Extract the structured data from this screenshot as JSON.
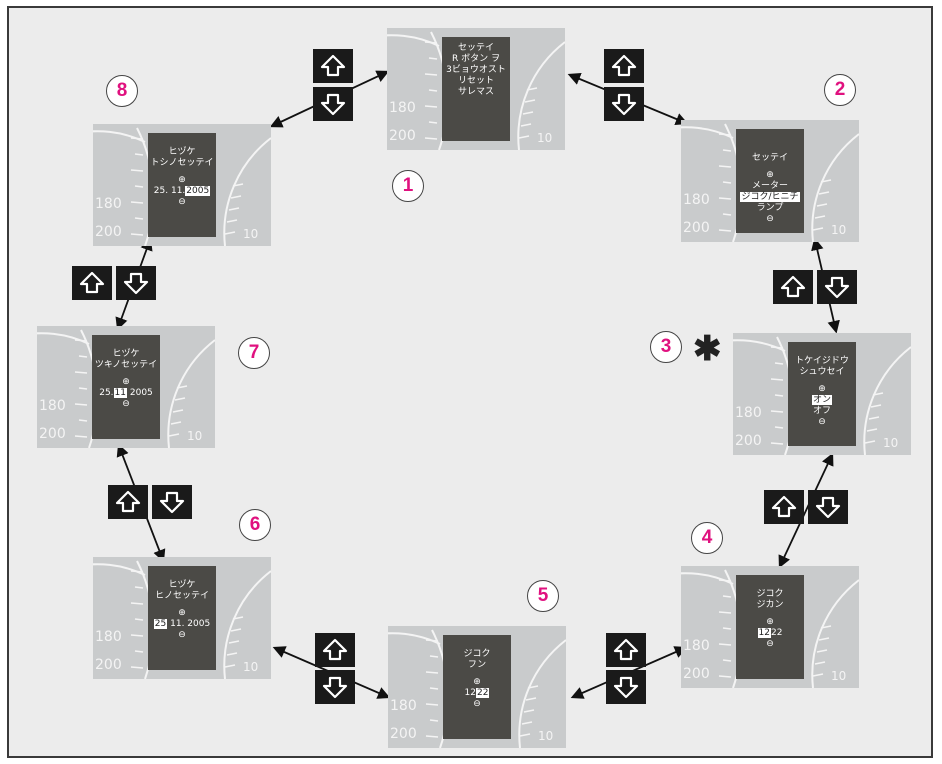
{
  "screens": [
    {
      "id": "1",
      "lines": [
        "セッテイ",
        "R ボタン ヲ",
        "3ビョウオスト",
        "リセット",
        "サレマス"
      ],
      "value": null
    },
    {
      "id": "2",
      "lines": [
        "セッテイ"
      ],
      "value": [
        "メーター",
        "ジコク/ヒニチ",
        "ランプ"
      ],
      "highlight_index": 1
    },
    {
      "id": "3",
      "lines": [
        "トケイジドウ",
        "シュウセイ"
      ],
      "value": [
        "オン",
        "オフ"
      ],
      "highlight_index": 0
    },
    {
      "id": "4",
      "lines": [
        "ジコク",
        "ジカン"
      ],
      "value_pre": "",
      "value_hl": "12",
      "value_post": "22"
    },
    {
      "id": "5",
      "lines": [
        "ジコク",
        "フン"
      ],
      "value_pre": "12",
      "value_hl": "22",
      "value_post": ""
    },
    {
      "id": "6",
      "lines": [
        "ヒヅケ",
        "ヒノセッテイ"
      ],
      "value_pre": "",
      "value_hl": "25",
      "value_post": " 11. 2005"
    },
    {
      "id": "7",
      "lines": [
        "ヒヅケ",
        "ツキノセッテイ"
      ],
      "value_pre": "25.",
      "value_hl": "11",
      "value_post": " 2005"
    },
    {
      "id": "8",
      "lines": [
        "ヒヅケ",
        "トシノセッテイ"
      ],
      "value_pre": "25. 11.",
      "value_hl": "2005",
      "value_post": ""
    }
  ],
  "plus_symbol": "⊕",
  "minus_symbol": "⊖",
  "gauge_ticks": {
    "left": [
      "180",
      "200"
    ],
    "right": "10"
  },
  "star": "✱",
  "colors": {
    "number": "#e0117f",
    "lcd": "#4b4a46",
    "cluster": "#c9cbcc",
    "button": "#1a1a1a"
  },
  "icons": {
    "up": "up-arrow-icon",
    "down": "down-arrow-icon"
  }
}
